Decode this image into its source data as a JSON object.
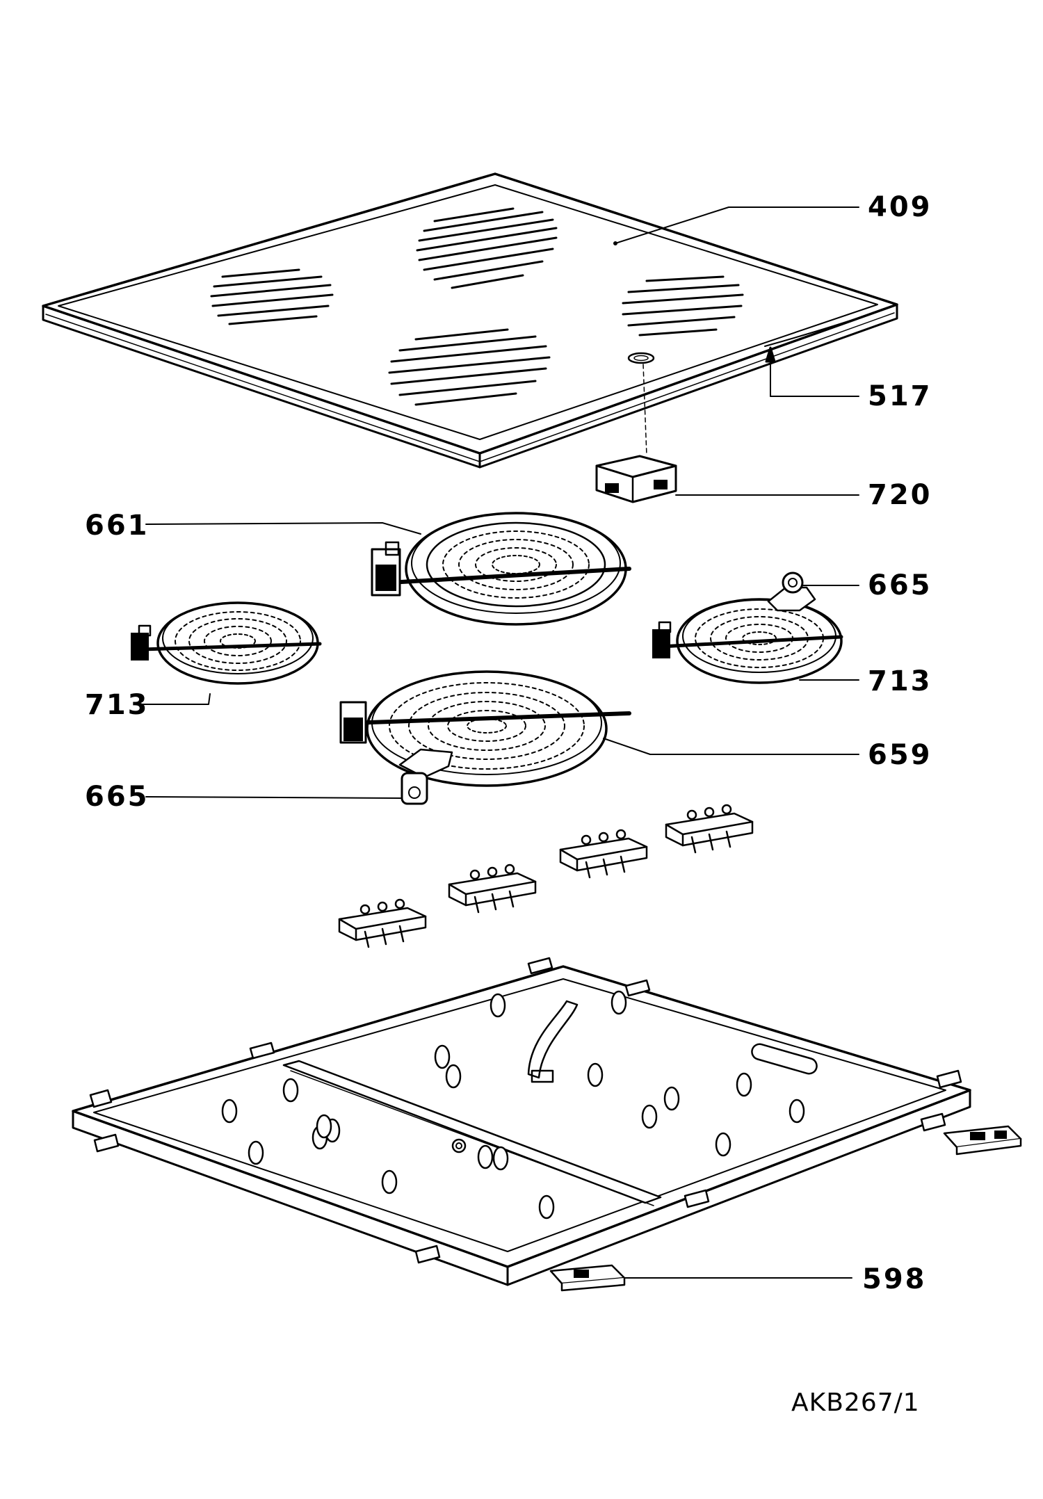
{
  "callouts": {
    "c409": "409",
    "c517": "517",
    "c720": "720",
    "c661": "661",
    "c665_right": "665",
    "c713_left": "713",
    "c713_right": "713",
    "c659": "659",
    "c665_left": "665",
    "c598": "598"
  },
  "drawing_ref": "AKB267/1"
}
